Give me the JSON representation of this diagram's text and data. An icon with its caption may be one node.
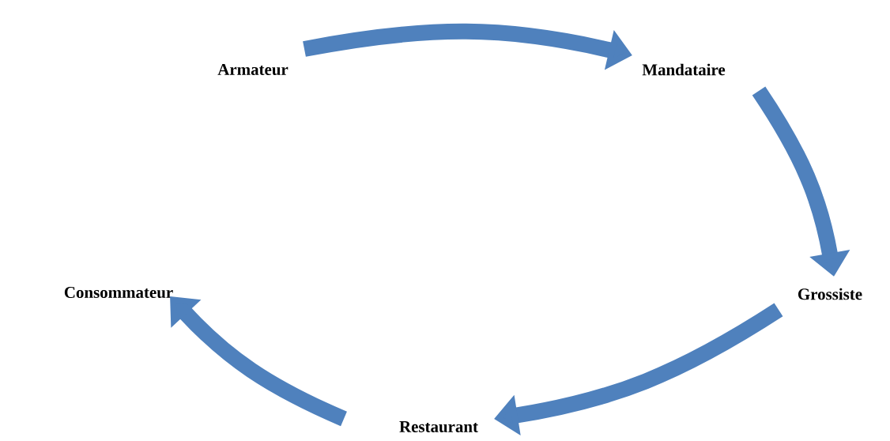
{
  "diagram": {
    "nodes": [
      {
        "text": [
          "Armateur"
        ]
      },
      {
        "text": [
          "Mandataire"
        ]
      },
      {
        "text": [
          "Grossiste"
        ]
      },
      {
        "text": [
          "Restaurant"
        ]
      },
      {
        "text": [
          "Consommateur"
        ]
      }
    ],
    "edges": [
      {
        "from": 0,
        "to": 1,
        "arrow": "to"
      },
      {
        "from": 1,
        "to": 2,
        "arrow": "to"
      },
      {
        "from": 2,
        "to": 3,
        "arrow": "to"
      },
      {
        "from": 3,
        "to": 4,
        "arrow": "to"
      }
    ]
  }
}
